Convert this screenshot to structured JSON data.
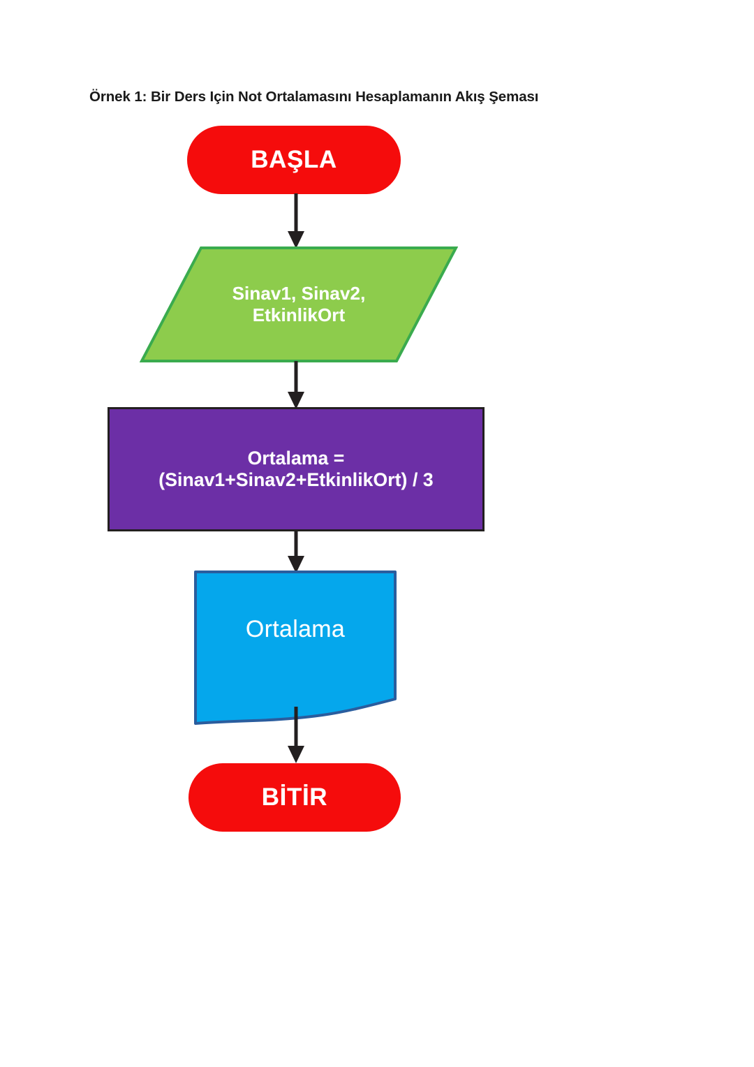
{
  "document": {
    "title": "Örnek 1: Bir Ders Için Not Ortalamasını Hesaplamanın Akış Şeması"
  },
  "colors": {
    "terminal_fill": "#f50c0c",
    "input_fill": "#8dcc4c",
    "input_stroke": "#3aab4e",
    "process_fill": "#6c2fa6",
    "process_stroke": "#231f20",
    "output_fill": "#05a7ec",
    "output_stroke": "#2a5d9e",
    "arrow": "#231f20",
    "text_on_shape": "#ffffff",
    "title_text": "#1a1a1a",
    "page_background": "#ffffff"
  },
  "flowchart": {
    "type": "flowchart",
    "orientation": "top-to-bottom",
    "nodes": [
      {
        "id": "start",
        "shape": "terminal",
        "label": "BAŞLA",
        "fill": "#f50c0c"
      },
      {
        "id": "input",
        "shape": "parallelogram",
        "label": "Sinav1, Sinav2,\nEtkinlikOrt",
        "line1": "Sinav1, Sinav2,",
        "line2": "EtkinlikOrt",
        "fill": "#8dcc4c"
      },
      {
        "id": "process",
        "shape": "rectangle",
        "label": "Ortalama =\n(Sinav1+Sinav2+EtkinlikOrt) / 3",
        "line1": "Ortalama =",
        "line2": "(Sinav1+Sinav2+EtkinlikOrt) / 3",
        "fill": "#6c2fa6"
      },
      {
        "id": "output",
        "shape": "document",
        "label": "Ortalama",
        "fill": "#05a7ec"
      },
      {
        "id": "end",
        "shape": "terminal",
        "label": "BİTİR",
        "fill": "#f50c0c"
      }
    ],
    "edges": [
      {
        "from": "start",
        "to": "input",
        "label": ""
      },
      {
        "from": "input",
        "to": "process",
        "label": ""
      },
      {
        "from": "process",
        "to": "output",
        "label": ""
      },
      {
        "from": "output",
        "to": "end",
        "label": ""
      }
    ]
  }
}
